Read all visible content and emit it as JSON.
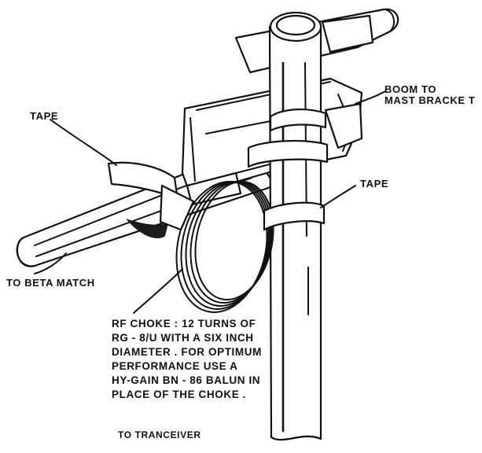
{
  "labels": {
    "tape_left": "TAPE",
    "boom_bracket_1": "BOOM TO",
    "boom_bracket_2": "MAST BRACKE T",
    "tape_right": "TAPE",
    "beta_match": "TO BETA MATCH",
    "choke_1": "RF CHOKE : 12 TURNS OF",
    "choke_2": "RG - 8/U WITH A SIX INCH",
    "choke_3": "DIAMETER . FOR OPTIMUM",
    "choke_4": "PERFORMANCE USE A",
    "choke_5": "HY-GAIN BN - 86 BALUN IN",
    "choke_6": "PLACE OF THE CHOKE .",
    "transceiver": "TO TRANCEIVER"
  }
}
